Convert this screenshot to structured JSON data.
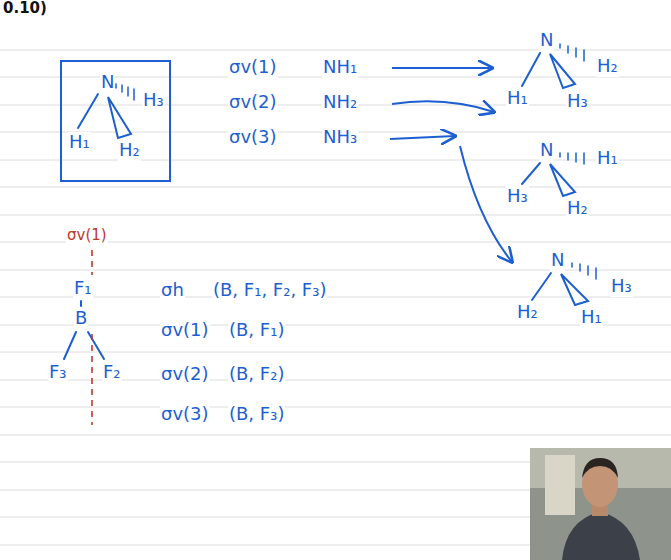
{
  "diagram": {
    "nodes": [
      {
        "text": [
          "N",
          "H₃",
          "H₁",
          "H₂"
        ]
      }
    ],
    "labels": [
      "0.10)",
      "σv(1)",
      "NH₁",
      "σv(2)",
      "NH₂",
      "σv(3)",
      "NH₃",
      "N",
      "H₁",
      "H₂",
      "H₃",
      "N",
      "H₃",
      "H₁",
      "H₂",
      "N",
      "H₂",
      "H₃",
      "H₁",
      "σv(1)",
      "F₁",
      "B",
      "F₃",
      "F₂",
      "σh",
      "(B, F₁, F₂, F₃)",
      "σv(1)",
      "(B, F₁)",
      "σv(2)",
      "(B, F₂)",
      "σv(3)",
      "(B, F₃)"
    ]
  }
}
